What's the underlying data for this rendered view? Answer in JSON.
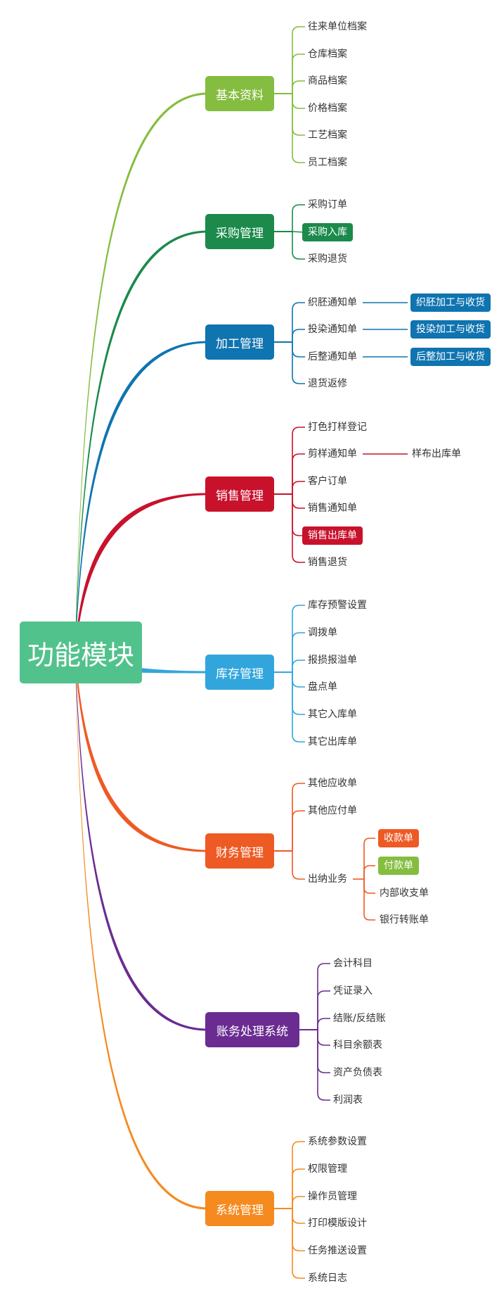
{
  "root": {
    "label": "功能模块",
    "color": "#52c28c"
  },
  "categories": [
    {
      "label": "基本资料",
      "color": "#84bd3f",
      "leaves": [
        {
          "label": "往来单位档案"
        },
        {
          "label": "仓库档案"
        },
        {
          "label": "商品档案"
        },
        {
          "label": "价格档案"
        },
        {
          "label": "工艺档案"
        },
        {
          "label": "员工档案"
        }
      ]
    },
    {
      "label": "采购管理",
      "color": "#1b8a4b",
      "leaves": [
        {
          "label": "采购订单"
        },
        {
          "label": "采购入库",
          "highlight": "#1b8a4b"
        },
        {
          "label": "采购退货"
        }
      ]
    },
    {
      "label": "加工管理",
      "color": "#0f74b0",
      "leaves": [
        {
          "label": "织胚通知单",
          "children": [
            {
              "label": "织胚加工与收货",
              "highlight": "#0f74b0"
            }
          ]
        },
        {
          "label": "投染通知单",
          "children": [
            {
              "label": "投染加工与收货",
              "highlight": "#0f74b0"
            }
          ]
        },
        {
          "label": "后整通知单",
          "children": [
            {
              "label": "后整加工与收货",
              "highlight": "#0f74b0"
            }
          ]
        },
        {
          "label": "退货返修"
        }
      ]
    },
    {
      "label": "销售管理",
      "color": "#c8122c",
      "leaves": [
        {
          "label": "打色打样登记"
        },
        {
          "label": "剪样通知单",
          "children": [
            {
              "label": "样布出库单"
            }
          ]
        },
        {
          "label": "客户订单"
        },
        {
          "label": "销售通知单"
        },
        {
          "label": "销售出库单",
          "highlight": "#c8122c"
        },
        {
          "label": "销售退货"
        }
      ]
    },
    {
      "label": "库存管理",
      "color": "#32a6dc",
      "leaves": [
        {
          "label": "库存预警设置"
        },
        {
          "label": "调拨单"
        },
        {
          "label": "报损报溢单"
        },
        {
          "label": "盘点单"
        },
        {
          "label": "其它入库单"
        },
        {
          "label": "其它出库单"
        }
      ]
    },
    {
      "label": "财务管理",
      "color": "#ee5a24",
      "leaves": [
        {
          "label": "其他应收单"
        },
        {
          "label": "其他应付单"
        },
        {
          "label": "出纳业务",
          "children": [
            {
              "label": "收款单",
              "highlight": "#ee5a24"
            },
            {
              "label": "付款单",
              "highlight": "#84bd3f"
            },
            {
              "label": "内部收支单"
            },
            {
              "label": "银行转账单"
            }
          ]
        }
      ]
    },
    {
      "label": "账务处理系统",
      "color": "#6a2c91",
      "leaves": [
        {
          "label": "会计科目"
        },
        {
          "label": "凭证录入"
        },
        {
          "label": "结账/反结账"
        },
        {
          "label": "科目余额表"
        },
        {
          "label": "资产负债表"
        },
        {
          "label": "利润表"
        }
      ]
    },
    {
      "label": "系统管理",
      "color": "#f58a1f",
      "leaves": [
        {
          "label": "系统参数设置"
        },
        {
          "label": "权限管理"
        },
        {
          "label": "操作员管理"
        },
        {
          "label": "打印模版设计"
        },
        {
          "label": "任务推送设置"
        },
        {
          "label": "系统日志"
        }
      ]
    }
  ]
}
